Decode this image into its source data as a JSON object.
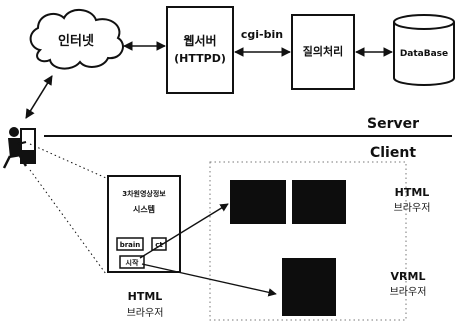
{
  "nodes": {
    "internet": {
      "label": "인터넷"
    },
    "webserver": {
      "label_line1": "웹서버",
      "label_line2": "(HTTPD)"
    },
    "query": {
      "label": "질의처리"
    },
    "database": {
      "label": "DataBase"
    }
  },
  "edges": {
    "cgi": {
      "label": "cgi-bin"
    }
  },
  "divider": {
    "server_label": "Server",
    "client_label": "Client"
  },
  "client_panel": {
    "title_line1": "3차원영상정보",
    "title_line2": "시스템",
    "btn_brain": "brain",
    "btn_ct": "ct",
    "btn_start": "시작"
  },
  "outputs": {
    "html_right_line1": "HTML",
    "html_right_line2": "브라우저",
    "vrml_line1": "VRML",
    "vrml_line2": "브라우저",
    "html_bottom_line1": "HTML",
    "html_bottom_line2": "브라우저"
  }
}
